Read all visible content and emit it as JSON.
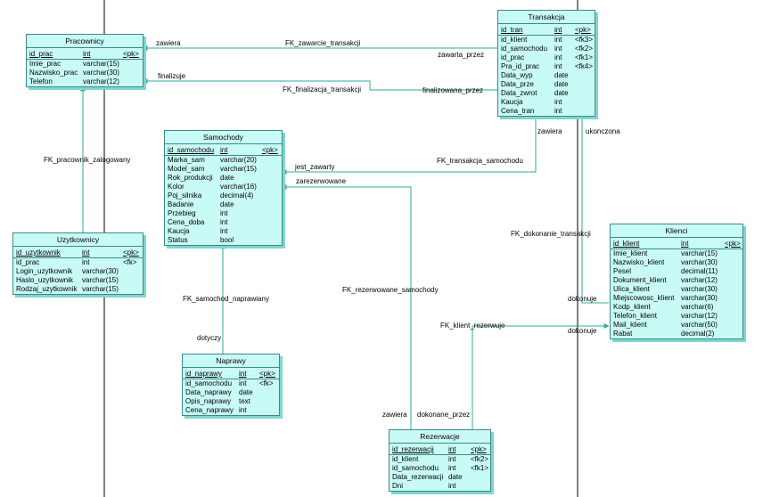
{
  "entities": {
    "pracownicy": {
      "title": "Pracownicy",
      "rows": [
        {
          "name": "id_prac",
          "type": "int",
          "key": "<pk>"
        },
        {
          "name": "Imie_prac",
          "type": "varchar(15)",
          "key": ""
        },
        {
          "name": "Nazwisko_prac",
          "type": "varchar(30)",
          "key": ""
        },
        {
          "name": "Telefon",
          "type": "varchar(12)",
          "key": ""
        }
      ]
    },
    "transakcja": {
      "title": "Transakcja",
      "rows": [
        {
          "name": "id_tran",
          "type": "int",
          "key": "<pk>"
        },
        {
          "name": "id_klient",
          "type": "int",
          "key": "<fk3>"
        },
        {
          "name": "id_samochodu",
          "type": "int",
          "key": "<fk2>"
        },
        {
          "name": "id_prac",
          "type": "int",
          "key": "<fk1>"
        },
        {
          "name": "Pra_id_prac",
          "type": "int",
          "key": "<fk4>"
        },
        {
          "name": "Data_wyp",
          "type": "date",
          "key": ""
        },
        {
          "name": "Data_prze",
          "type": "date",
          "key": ""
        },
        {
          "name": "Data_zwrot",
          "type": "date",
          "key": ""
        },
        {
          "name": "Kaucja",
          "type": "int",
          "key": ""
        },
        {
          "name": "Cena_tran",
          "type": "int",
          "key": ""
        }
      ]
    },
    "samochody": {
      "title": "Samochody",
      "rows": [
        {
          "name": "id_samochodu",
          "type": "int",
          "key": "<pk>"
        },
        {
          "name": "Marka_sam",
          "type": "varchar(20)",
          "key": ""
        },
        {
          "name": "Model_sam",
          "type": "varchar(15)",
          "key": ""
        },
        {
          "name": "Rok_produkcji",
          "type": "date",
          "key": ""
        },
        {
          "name": "Kolor",
          "type": "varchar(16)",
          "key": ""
        },
        {
          "name": "Poj_silnika",
          "type": "decimal(4)",
          "key": ""
        },
        {
          "name": "Badanie",
          "type": "date",
          "key": ""
        },
        {
          "name": "Przebieg",
          "type": "int",
          "key": ""
        },
        {
          "name": "Cena_doba",
          "type": "int",
          "key": ""
        },
        {
          "name": "Kaucja",
          "type": "int",
          "key": ""
        },
        {
          "name": "Status",
          "type": "bool",
          "key": ""
        }
      ]
    },
    "uzytkownicy": {
      "title": "Uzytkownicy",
      "rows": [
        {
          "name": "id_uzytkownik",
          "type": "int",
          "key": "<pk>"
        },
        {
          "name": "id_prac",
          "type": "int",
          "key": "<fk>"
        },
        {
          "name": "Login_uzytkownik",
          "type": "varchar(30)",
          "key": ""
        },
        {
          "name": "Haslo_uzytkownik",
          "type": "varchar(15)",
          "key": ""
        },
        {
          "name": "Rodzaj_uzytkownik",
          "type": "varchar(15)",
          "key": ""
        }
      ]
    },
    "klienci": {
      "title": "Klienci",
      "rows": [
        {
          "name": "id_klient",
          "type": "int",
          "key": "<pk>"
        },
        {
          "name": "Imie_klient",
          "type": "varchar(15)",
          "key": ""
        },
        {
          "name": "Nazwisko_klient",
          "type": "varchar(30)",
          "key": ""
        },
        {
          "name": "Pesel",
          "type": "decimal(11)",
          "key": ""
        },
        {
          "name": "Dokument_klient",
          "type": "varchar(12)",
          "key": ""
        },
        {
          "name": "Ulica_klient",
          "type": "varchar(30)",
          "key": ""
        },
        {
          "name": "Miejscowosc_klient",
          "type": "varchar(30)",
          "key": ""
        },
        {
          "name": "Kodp_klient",
          "type": "varchar(6)",
          "key": ""
        },
        {
          "name": "Telefon_klient",
          "type": "varchar(12)",
          "key": ""
        },
        {
          "name": "Mail_klient",
          "type": "varchar(50)",
          "key": ""
        },
        {
          "name": "Rabat",
          "type": "decimal(2)",
          "key": ""
        }
      ]
    },
    "naprawy": {
      "title": "Naprawy",
      "rows": [
        {
          "name": "id_naprawy",
          "type": "int",
          "key": "<pk>"
        },
        {
          "name": "id_samochodu",
          "type": "int",
          "key": "<fk>"
        },
        {
          "name": "Data_naprawy",
          "type": "date",
          "key": ""
        },
        {
          "name": "Opis_naprawy",
          "type": "text",
          "key": ""
        },
        {
          "name": "Cena_naprawy",
          "type": "int",
          "key": ""
        }
      ]
    },
    "rezerwacje": {
      "title": "Rezerwacje",
      "rows": [
        {
          "name": "id_rezerwacji",
          "type": "int",
          "key": "<pk>"
        },
        {
          "name": "id_klient",
          "type": "int",
          "key": "<fk2>"
        },
        {
          "name": "id_samochodu",
          "type": "int",
          "key": "<fk1>"
        },
        {
          "name": "Data_rezerwacji",
          "type": "date",
          "key": ""
        },
        {
          "name": "Dni",
          "type": "int",
          "key": ""
        }
      ]
    }
  },
  "labels": {
    "fk_zawarcie": "FK_zawarcie_transakcji",
    "zawiera_1": "zawiera",
    "zawarta_przez": "zawarta_przez",
    "finalizuje": "finalizuje",
    "fk_finalizacja": "FK_finalizacja_transakcji",
    "finalizowana_przez": "finalizowana_przez",
    "fk_pracownik_zalogowany": "FK_pracownik_zalogowany",
    "zawiera_2": "zawiera",
    "ukonczona": "ukonczona",
    "jest_zawarty": "jest_zawarty",
    "fk_transakcja_samochodu": "FK_transakcja_samochodu",
    "zarezerwowane": "zarezerwowane",
    "fk_dokonanie_transakcji": "FK_dokonanie_transakcji",
    "fk_rezerwowane_samochody": "FK_rezerwowane_samochody",
    "dokonuje_1": "dokonuje",
    "fk_samochod_naprawiany": "FK_samochod_naprawiany",
    "fk_klient_rezerwuje": "FK_klient_rezerwuje",
    "dokonuje_2": "dokonuje",
    "dotyczy": "dotyczy",
    "zawiera_3": "zawiera",
    "dokonane_przez": "dokonane_przez"
  },
  "colors": {
    "entity_fill": "#c9fbf6",
    "entity_border": "#3c8a86",
    "line": "#2fa89f",
    "divider": "#000000"
  }
}
